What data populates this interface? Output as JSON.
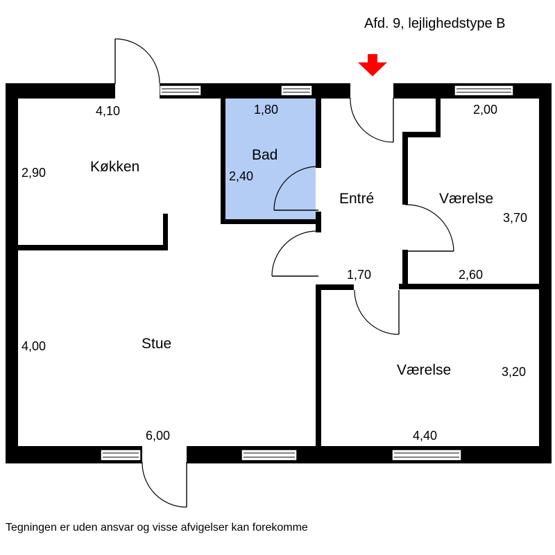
{
  "title": "Afd. 9, lejlighedstype B",
  "footer_note": "Tegningen er uden ansvar og visse afvigelser kan forekomme",
  "colors": {
    "wall": "#000000",
    "bathroom_fill": "#b4cdf5",
    "entrance_arrow": "#ff0000",
    "background": "#ffffff"
  },
  "rooms": {
    "kitchen": {
      "name": "Køkken",
      "width": "4,10",
      "depth": "2,90"
    },
    "bathroom": {
      "name": "Bad",
      "width": "1,80",
      "depth": "2,40"
    },
    "entrance": {
      "name": "Entré",
      "width": "1,70"
    },
    "bedroom_top": {
      "name": "Værelse",
      "width": "2,00",
      "depth": "3,70",
      "width_bottom": "2,60"
    },
    "living_room": {
      "name": "Stue",
      "width": "6,00",
      "depth": "4,00"
    },
    "bedroom_bottom": {
      "name": "Værelse",
      "width": "4,40",
      "depth": "3,20"
    }
  },
  "icons": {
    "entrance_marker": "down-arrow-icon"
  }
}
